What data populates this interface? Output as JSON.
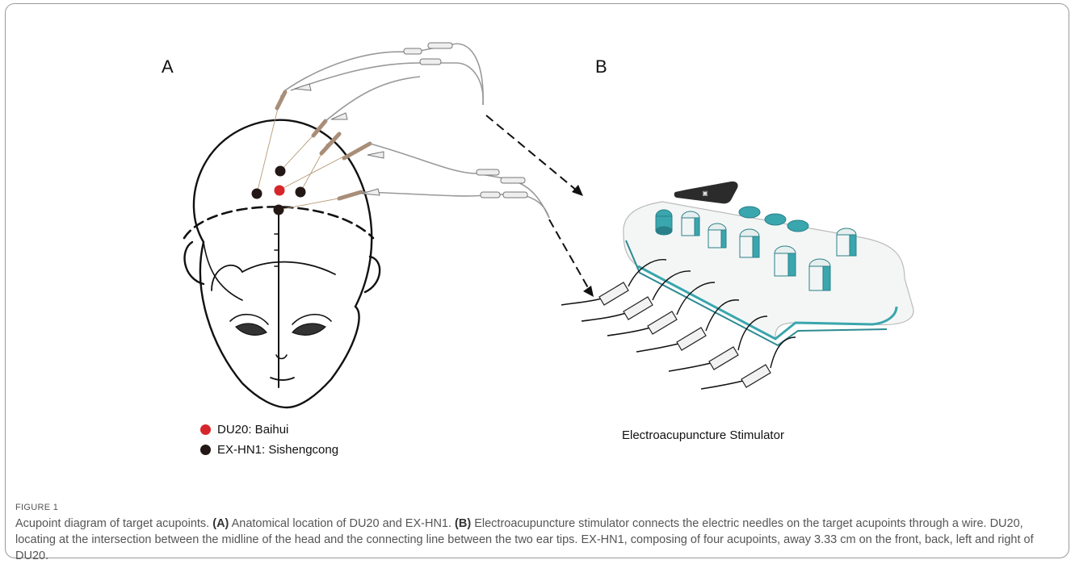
{
  "panels": {
    "a_label": "A",
    "b_label": "B"
  },
  "legend": {
    "items": [
      {
        "text": "DU20: Baihui",
        "color": "#d7262b"
      },
      {
        "text": "EX-HN1: Sishengcong",
        "color": "#231815"
      }
    ]
  },
  "device_caption": "Electroacupuncture Stimulator",
  "figure": {
    "label": "FIGURE 1",
    "caption_intro": "Acupoint diagram of target acupoints. ",
    "a_tag": "(A)",
    "a_text": " Anatomical location of DU20 and EX-HN1. ",
    "b_tag": "(B)",
    "b_text": " Electroacupuncture stimulator connects the electric needles on the target acupoints through a wire. DU20, locating at the intersection between the midline of the head and the connecting line between the two ear tips. EX-HN1, composing of four acupoints, away 3.33 cm on the front, back, left and right of DU20."
  },
  "colors": {
    "teal": "#3aa6ad",
    "needle": "#a88e78",
    "red_point": "#d7262b",
    "dark_point": "#231815"
  }
}
